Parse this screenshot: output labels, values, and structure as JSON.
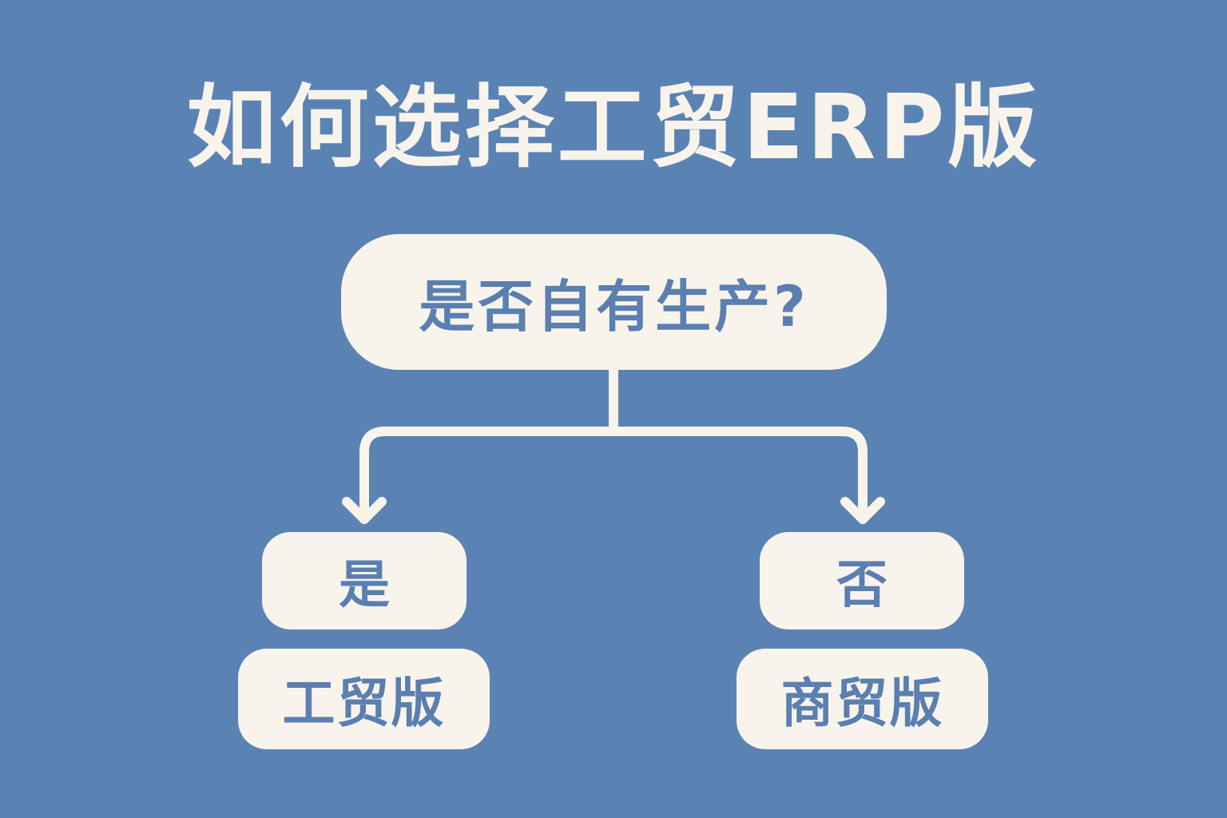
{
  "title": "如何选择工贸ERP版",
  "question": "是否自有生产?",
  "branches": [
    {
      "answer": "是",
      "result": "工贸版"
    },
    {
      "answer": "否",
      "result": "商贸版"
    }
  ],
  "colors": {
    "background": "#5a83b4",
    "box": "#f8f4ec",
    "text": "#5a7fb0"
  }
}
